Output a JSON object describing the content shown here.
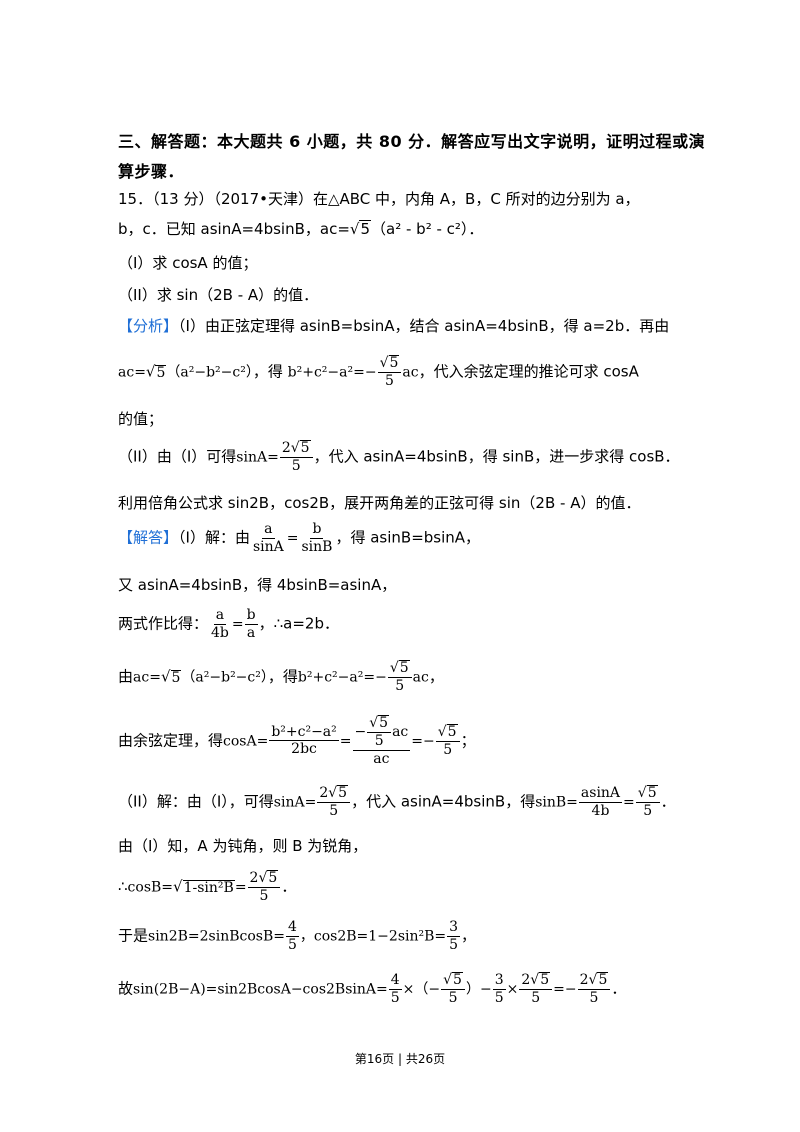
{
  "section_title_line1": "三、解答题：本大题共 6 小题，共 80 分．解答应写出文字说明，证明过程或演",
  "section_title_line2": "算步骤．",
  "problem": {
    "line1": "15．（13 分）（2017•天津）在△ABC 中，内角 A，B，C 所对的边分别为 a，",
    "line2a": "b，c．已知 asinA=4bsinB，ac=",
    "line2b": "5",
    "line2c": "（a² - b² - c²）．",
    "part1": "（I）求 cosA 的值；",
    "part2": "（II）求 sin（2B - A）的值．"
  },
  "analysis": {
    "tag": "【分析】",
    "line1": "（I）由正弦定理得 asinB=bsinA，结合 asinA=4bsinB，得 a=2b．再由",
    "line2_mid": "，得",
    "line2_end": "，代入余弦定理的推论可求 cosA",
    "line3": "的值；",
    "line4_a": "（II）由（I）可得",
    "line4_b": "，代入 asinA=4bsinB，得 sinB，进一步求得 cosB．",
    "line5": "利用倍角公式求 sin2B，cos2B，展开两角差的正弦可得 sin（2B - A）的值．"
  },
  "answer": {
    "tag": "【解答】",
    "s1_a": "（I）解：由",
    "s1_b": "，得 asinB=bsinA，",
    "s2": "又 asinA=4bsinB，得 4bsinB=asinA，",
    "s3_a": "两式作比得：",
    "s3_b": "，∴a=2b．",
    "s4_a": "由",
    "s4_b": "，得",
    "s5_a": "由余弦定理，得",
    "s6_a": "（II）解：由（I），可得",
    "s6_b": "，代入 asinA=4bsinB，得",
    "s7": "由（I）知，A 为钝角，则 B 为锐角，",
    "s8_a": "∴",
    "s9_a": "于是",
    "s10_a": "故"
  },
  "math": {
    "ac": "ac=",
    "sqrt5": "5",
    "two": "2",
    "four": "4",
    "three": "3",
    "five": "5",
    "paren_expr": "（a²−b²−c²）",
    "bc_expr": "b²+c²−a²=−",
    "ac_tail": "ac",
    "sinA_eq": "sinA=",
    "sinB_eq": "sinB=",
    "cosA_eq": "cosA=",
    "cosB_eq": "cosB=",
    "a": "a",
    "b": "b",
    "sinA": "sinA",
    "sinB": "sinB",
    "fourb": "4b",
    "asinA": "asinA",
    "bcnum": "b²+c²−a²",
    "twobc": "2bc",
    "eq": "=",
    "eqneg": "=−",
    "semi": "；",
    "period": "．",
    "comma": "，",
    "sqrt_expr": "1-sin²B",
    "sin2B_eq": "sin2B=2sinBcosB=",
    "cos2B_eq": "，cos2B=1−2sin²B=",
    "final_lhs": "sin(2B−A)=sin2BcosA−cos2BsinA=",
    "times_neg": "×（−",
    "close_minus": "）−",
    "times": "×"
  },
  "footer": "第16页 | 共26页"
}
